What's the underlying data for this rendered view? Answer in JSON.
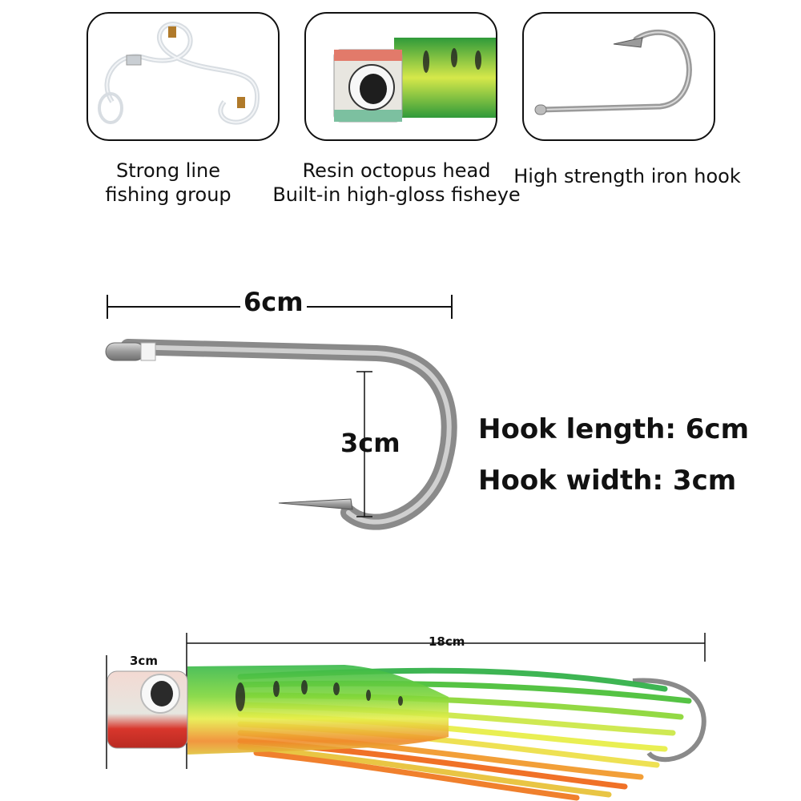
{
  "features": [
    {
      "name": "line",
      "caption": "Strong line\nfishing group"
    },
    {
      "name": "head",
      "caption": "Resin octopus head\nBuilt-in high-gloss fisheye"
    },
    {
      "name": "hook",
      "caption": "High strength iron hook"
    }
  ],
  "hook_dimensions": {
    "length_label": "6cm",
    "width_label": "3cm"
  },
  "specs": {
    "hook_length": "Hook length: 6cm",
    "hook_width": "Hook width: 3cm"
  },
  "lure_dimensions": {
    "head_width_label": "3cm",
    "total_length_label": "18cm"
  },
  "colors": {
    "skirt_green": "#3cc43a",
    "skirt_yellow": "#e8f04a",
    "skirt_orange": "#f06a1c",
    "hook_steel": "#a8a8a8",
    "head_red": "#e0342a"
  }
}
